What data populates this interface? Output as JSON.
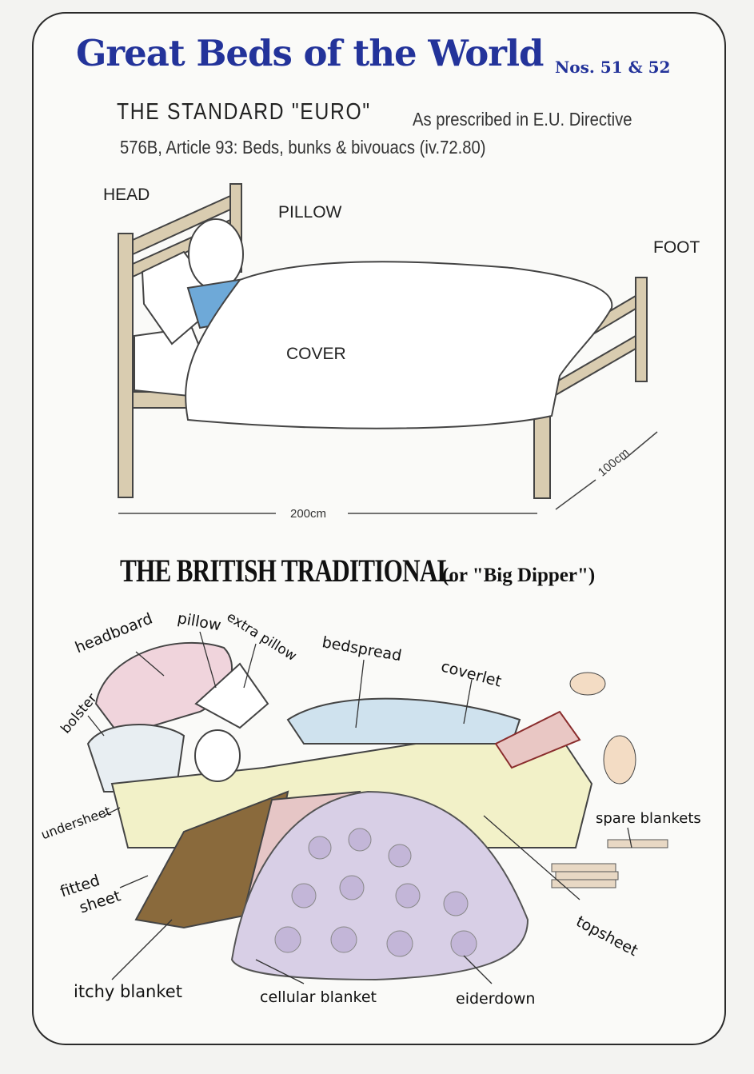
{
  "header": {
    "title": "Great Beds of the World",
    "issue": "Nos. 51 & 52"
  },
  "standard_euro": {
    "heading": "THE STANDARD \"EURO\"",
    "subtitle_line1": "As prescribed in E.U. Directive",
    "subtitle_line2": "576B, Article 93: Beds, bunks & bivouacs (iv.72.80)",
    "labels": {
      "head": "HEAD",
      "pillow": "PILLOW",
      "foot": "FOOT",
      "cover": "COVER"
    },
    "dimensions": {
      "length": "200cm",
      "width": "100cm"
    }
  },
  "british_traditional": {
    "heading": "THE BRITISH TRADITIONAL",
    "alias": "(or \"Big Dipper\")",
    "labels": {
      "headboard": "headboard",
      "pillow": "pillow",
      "extra_pillow": "extra pillow",
      "bedspread": "bedspread",
      "coverlet": "coverlet",
      "bolster": "bolster",
      "undersheet": "undersheet",
      "fitted_sheet_1": "fitted",
      "fitted_sheet_2": "sheet",
      "spare_blankets": "spare blankets",
      "topsheet": "topsheet",
      "itchy_blanket": "itchy blanket",
      "cellular_blanket": "cellular blanket",
      "eiderdown": "eiderdown"
    }
  },
  "colors": {
    "title_blue": "#23339a",
    "wood": "#d9ccb0",
    "eiderdown": "#d8cfe6",
    "blanket_brown": "#8a6a3c"
  }
}
